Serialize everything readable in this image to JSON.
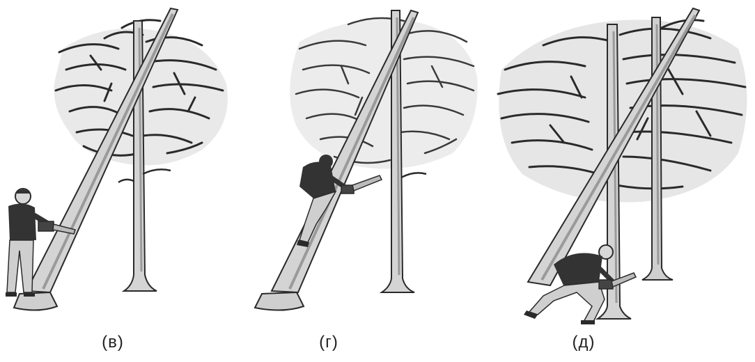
{
  "panels": [
    {
      "id": "v",
      "caption": "(в)"
    },
    {
      "id": "g",
      "caption": "(г)"
    },
    {
      "id": "d",
      "caption": "(д)"
    }
  ],
  "colors": {
    "ink": "#2a2a2a",
    "trunk_fill": "#d4d4d4",
    "trunk_shade": "#9a9a9a",
    "canopy_bg": "#e9e9e9",
    "clothing": "#333333",
    "pants": "#cfcfcf"
  }
}
